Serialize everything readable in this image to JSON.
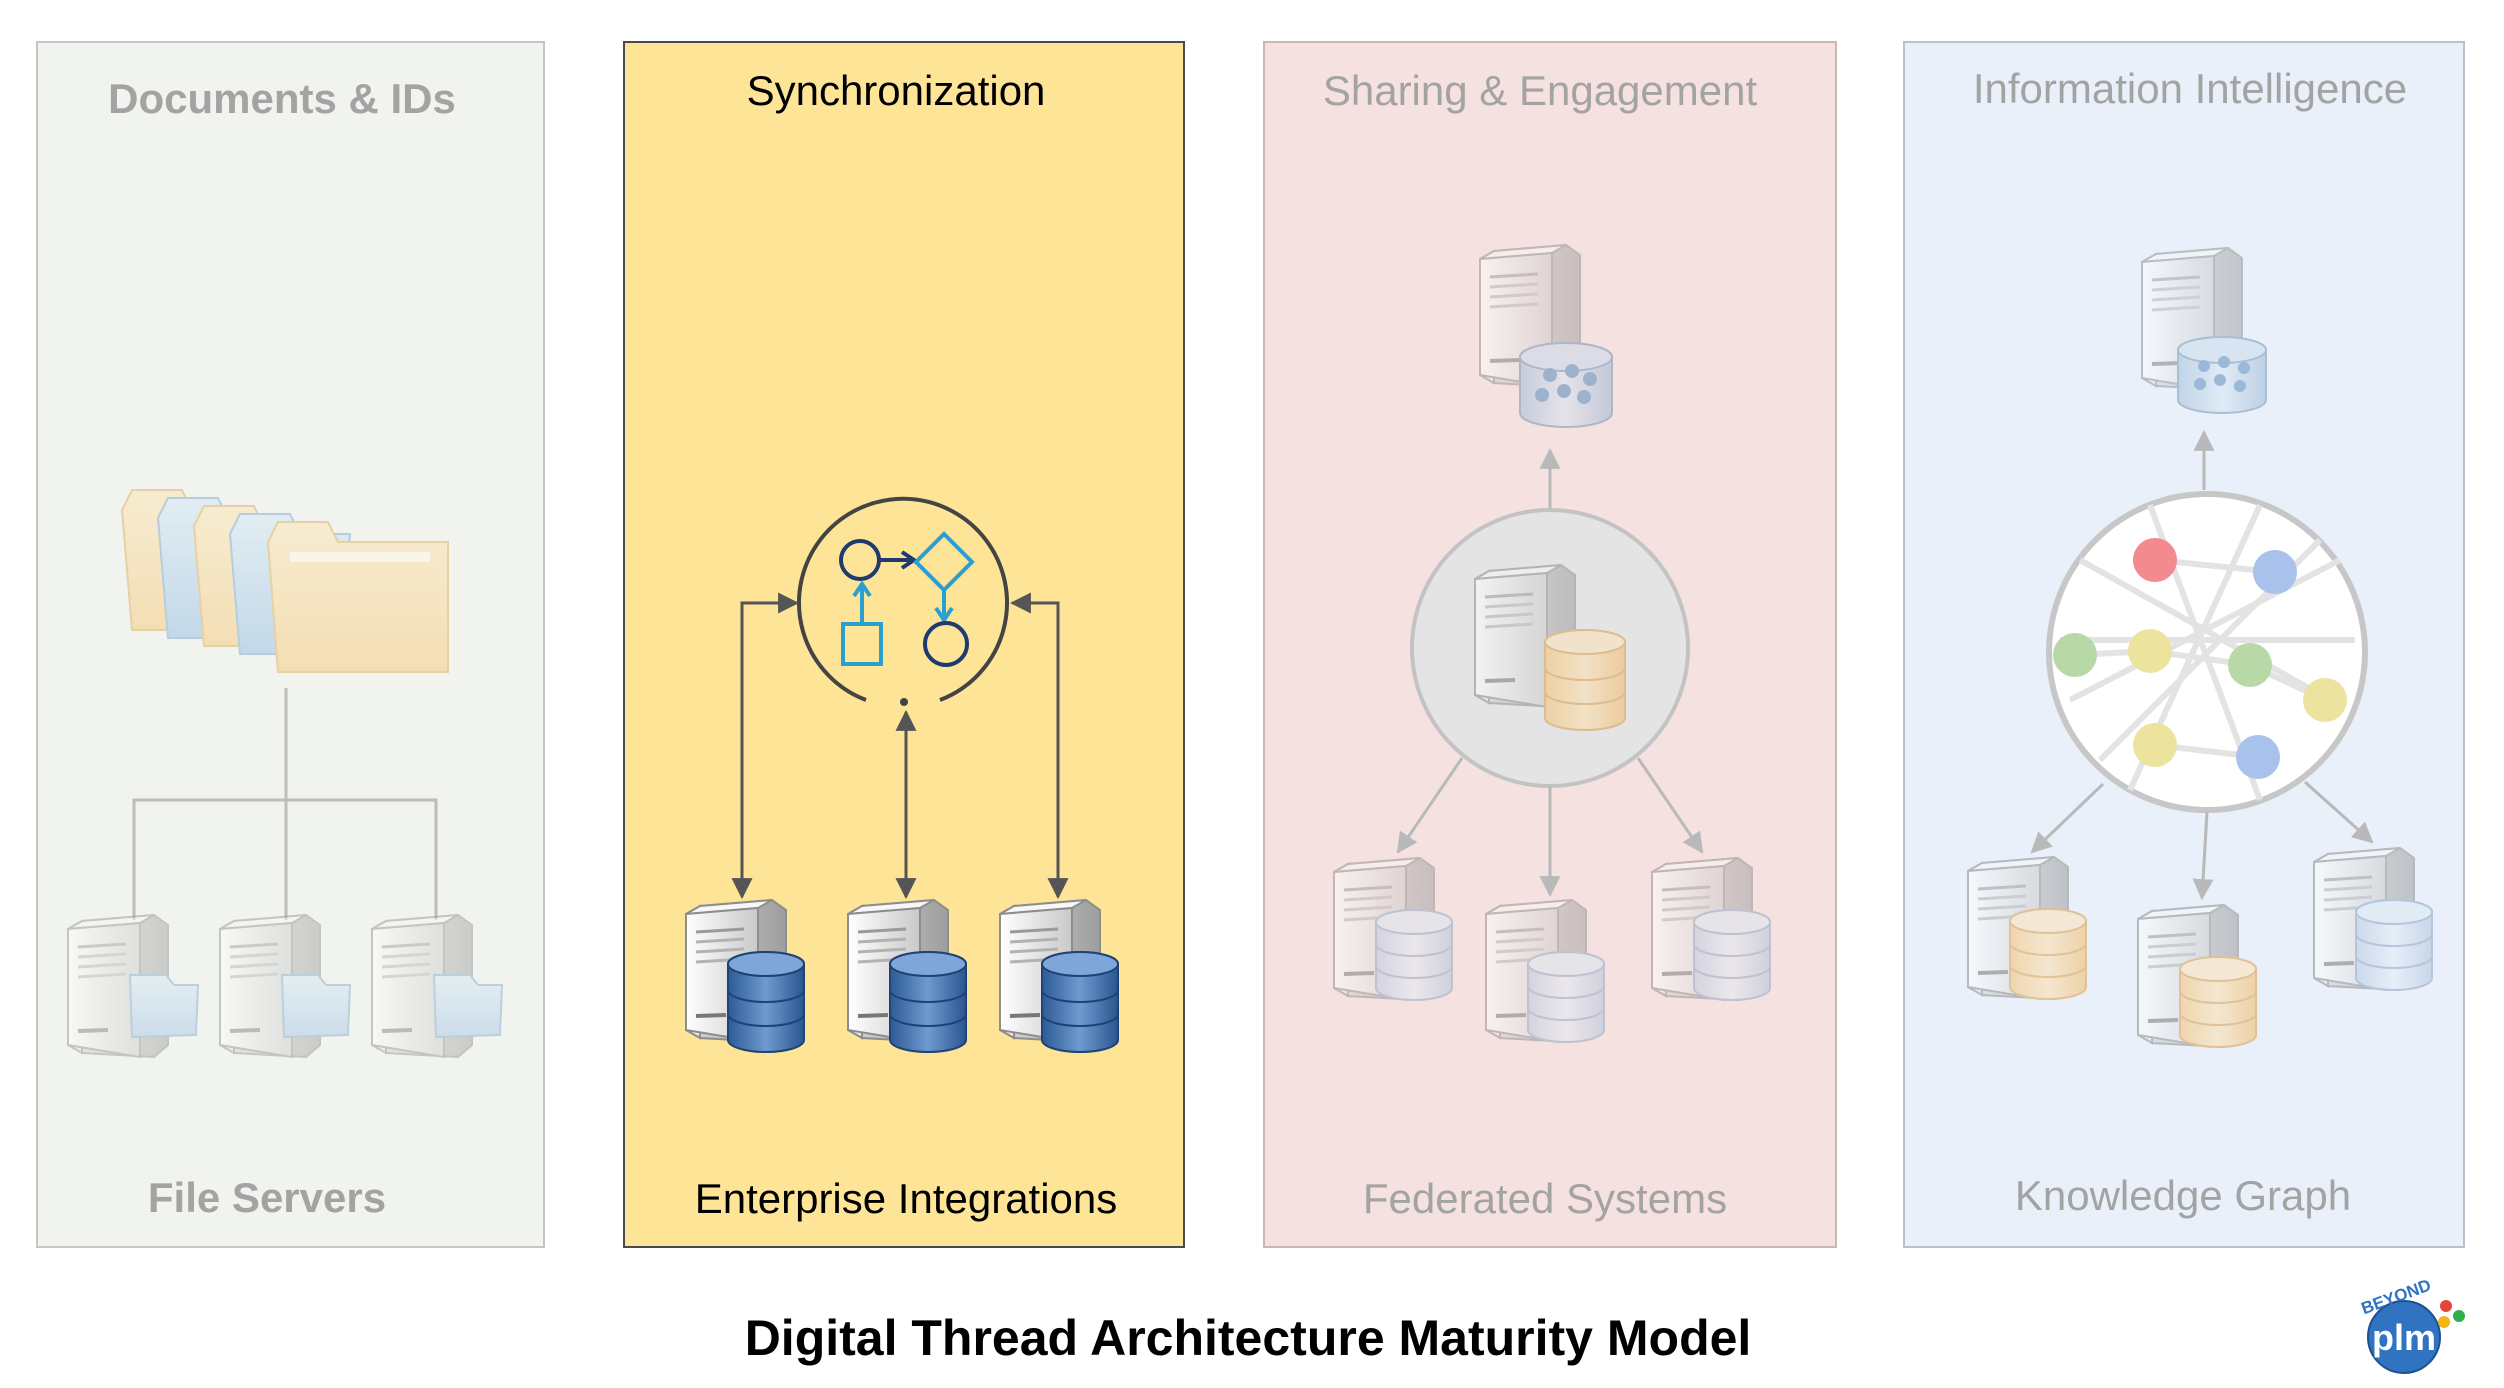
{
  "title": "Digital Thread Architecture Maturity Model",
  "logo": {
    "top_text": "BEYOND",
    "main_text": "plm"
  },
  "colors": {
    "panel1_bg": "#f1f4ee",
    "panel2_bg": "#fde497",
    "panel3_bg": "#f4e1e0",
    "panel4_bg": "#e9f0f9",
    "muted_text": "#a3a3a3",
    "active_text": "#000000",
    "db_blue": "#4a78b4",
    "db_orange": "#fbd08b",
    "db_light": "#c9d8ea",
    "node_red": "#f28a8f",
    "node_blue": "#a9c2ec",
    "node_green": "#b8d8a7",
    "node_yellow": "#ece39e",
    "workflow_navy": "#1e3a6e",
    "workflow_cyan": "#2a9fd0"
  },
  "stages": [
    {
      "top_label": "Documents & IDs",
      "bottom_label": "File Servers",
      "main_icon": "folders-icon",
      "server_icons": [
        "server-folder-icon",
        "server-folder-icon",
        "server-folder-icon"
      ],
      "active": false
    },
    {
      "top_label": "Synchronization",
      "bottom_label": "Enterprise Integrations",
      "main_icon": "workflow-icon",
      "server_icons": [
        "server-database-icon",
        "server-database-icon",
        "server-database-icon"
      ],
      "active": true
    },
    {
      "top_label": "Sharing & Engagement",
      "bottom_label": "Federated Systems",
      "main_icon": "federated-hub-icon",
      "server_icons": [
        "server-database-icon",
        "server-database-icon",
        "server-database-icon"
      ],
      "active": false
    },
    {
      "top_label": "Information Intelligence",
      "bottom_label": "Knowledge Graph",
      "main_icon": "knowledge-graph-icon",
      "server_icons": [
        "server-database-icon",
        "server-database-icon",
        "server-database-icon"
      ],
      "active": false
    }
  ]
}
